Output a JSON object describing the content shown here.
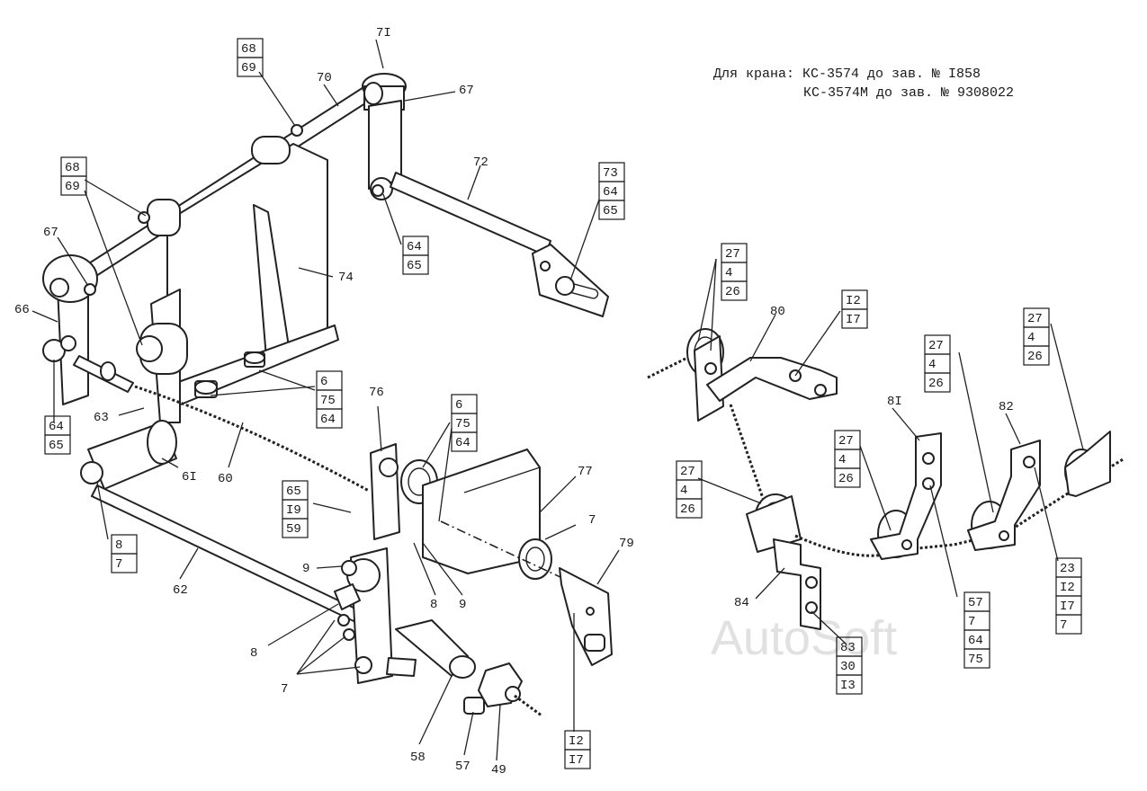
{
  "header": {
    "line1": "Для крана: КС-3574  до зав. № I858",
    "line2": "КС-3574М до зав. № 9308022"
  },
  "watermark": "AutoSoft",
  "callouts": {
    "c1": [
      "68",
      "69"
    ],
    "c2": [
      "7I"
    ],
    "c3": [
      "70"
    ],
    "c4": [
      "67"
    ],
    "c5": [
      "72"
    ],
    "c6": [
      "73",
      "64",
      "65"
    ],
    "c7": [
      "68",
      "69"
    ],
    "c8": [
      "67"
    ],
    "c9": [
      "64",
      "65"
    ],
    "c10": [
      "74"
    ],
    "c11": [
      "66"
    ],
    "c12": [
      "6",
      "75",
      "64"
    ],
    "c13": [
      "64",
      "65"
    ],
    "c14": [
      "63"
    ],
    "c15": [
      "60"
    ],
    "c16": [
      "76"
    ],
    "c17": [
      "6",
      "75",
      "64"
    ],
    "c18": [
      "77"
    ],
    "c19": [
      "6I"
    ],
    "c20": [
      "65",
      "I9",
      "59"
    ],
    "c21": [
      "8",
      "7"
    ],
    "c22": [
      "7"
    ],
    "c23": [
      "79"
    ],
    "c24": [
      "9"
    ],
    "c25": [
      "8"
    ],
    "c26": [
      "9"
    ],
    "c27": [
      "62"
    ],
    "c28": [
      "8"
    ],
    "c29": [
      "7"
    ],
    "c30": [
      "58"
    ],
    "c31": [
      "57"
    ],
    "c32": [
      "49"
    ],
    "c33": [
      "I2",
      "I7"
    ],
    "r1": [
      "27",
      "4",
      "26"
    ],
    "r2": [
      "80"
    ],
    "r3": [
      "I2",
      "I7"
    ],
    "r4": [
      "27",
      "4",
      "26"
    ],
    "r5": [
      "27",
      "4",
      "26"
    ],
    "r6": [
      "8I"
    ],
    "r7": [
      "27",
      "4",
      "26"
    ],
    "r8": [
      "82"
    ],
    "r9": [
      "27",
      "4",
      "26"
    ],
    "r10": [
      "84"
    ],
    "r11": [
      "83",
      "30",
      "I3"
    ],
    "r12": [
      "57",
      "7",
      "64",
      "75"
    ],
    "r13": [
      "23",
      "I2",
      "I7",
      "7"
    ]
  }
}
